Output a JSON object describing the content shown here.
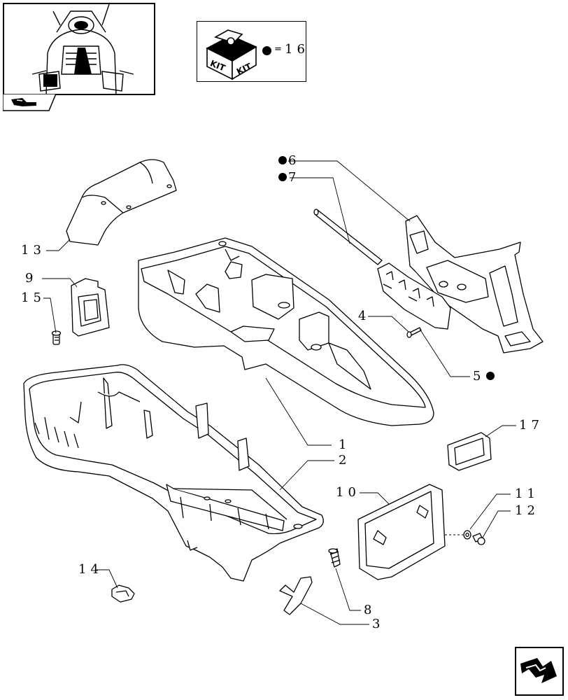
{
  "kit": {
    "label_left": "KIT",
    "label_right": "KIT",
    "equals": "=",
    "number": "16"
  },
  "labels": {
    "l1": "1",
    "l2": "2",
    "l3": "3",
    "l4": "4",
    "l5": "5",
    "l6": "6",
    "l7": "7",
    "l8": "8",
    "l9": "9",
    "l10": "10",
    "l11": "11",
    "l12": "12",
    "l13": "13",
    "l14": "14",
    "l15": "15",
    "l17": "17"
  }
}
